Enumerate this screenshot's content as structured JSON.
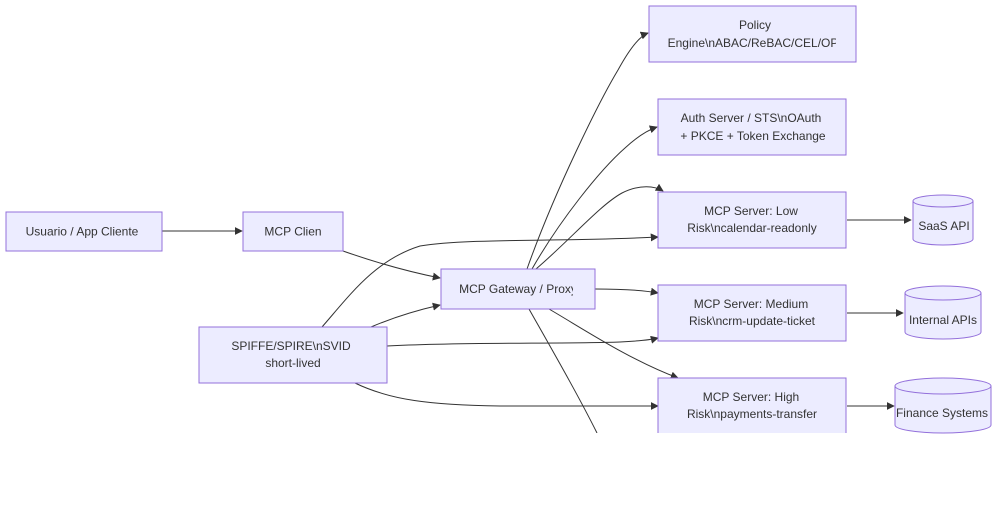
{
  "nodes": {
    "usuario": {
      "label": "Usuario / App Cliente"
    },
    "mcp_client": {
      "label": "MCP Clien"
    },
    "gateway": {
      "label": "MCP Gateway / Proxy"
    },
    "spiffe": {
      "line1": "SPIFFE/SPIRE\\nSVID",
      "line2": "short-lived"
    },
    "policy": {
      "line1": "Policy",
      "line2": "Engine\\nABAC/ReBAC/CEL/OP"
    },
    "auth": {
      "line1": "Auth Server / STS\\nOAuth",
      "line2": "+ PKCE + Token Exchange"
    },
    "server_low": {
      "line1": "MCP Server: Low",
      "line2": "Risk\\ncalendar-readonly"
    },
    "server_medium": {
      "line1": "MCP Server: Medium",
      "line2": "Risk\\ncrm-update-ticket"
    },
    "server_high": {
      "line1": "MCP Server: High",
      "line2": "Risk\\npayments-transfer"
    },
    "saas": {
      "label": "SaaS API"
    },
    "internal": {
      "label": "Internal APIs"
    },
    "finance": {
      "label": "Finance Systems"
    }
  },
  "colors": {
    "node_fill": "#ECECFF",
    "node_stroke": "#9370DB",
    "edge": "#333333",
    "text": "#333333"
  }
}
